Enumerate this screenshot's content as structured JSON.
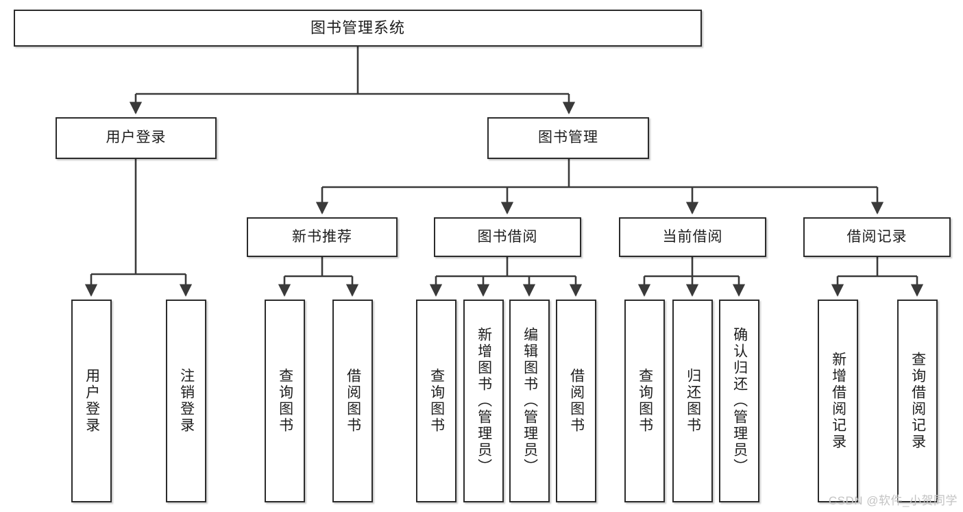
{
  "diagram": {
    "type": "tree",
    "title": "图书管理系统",
    "watermark": "CSDN @软件_小贺同学",
    "colors": {
      "box_border": "#2b2b2b",
      "box_fill": "#ffffff",
      "connector": "#3a3a3a",
      "text": "#1d1d1d",
      "watermark": "#c3c3c3"
    },
    "nodes": {
      "root": {
        "label": "图书管理系统"
      },
      "level2": [
        {
          "id": "user-login",
          "label": "用户登录"
        },
        {
          "id": "book-manage",
          "label": "图书管理"
        }
      ],
      "level3": [
        {
          "id": "new-book-recommend",
          "label": "新书推荐"
        },
        {
          "id": "book-borrow",
          "label": "图书借阅"
        },
        {
          "id": "current-borrow",
          "label": "当前借阅"
        },
        {
          "id": "borrow-record",
          "label": "借阅记录"
        }
      ],
      "leaves": {
        "user-login": [
          {
            "id": "leaf-user-login",
            "label": "用户登录"
          },
          {
            "id": "leaf-logout",
            "label": "注销登录"
          }
        ],
        "new-book-recommend": [
          {
            "id": "leaf-query-book-1",
            "label": "查询图书"
          },
          {
            "id": "leaf-borrow-book-1",
            "label": "借阅图书"
          }
        ],
        "book-borrow": [
          {
            "id": "leaf-query-book-2",
            "label": "查询图书"
          },
          {
            "id": "leaf-add-book",
            "label": "新增图书（管理员）"
          },
          {
            "id": "leaf-edit-book",
            "label": "编辑图书（管理员）"
          },
          {
            "id": "leaf-borrow-book-2",
            "label": "借阅图书"
          }
        ],
        "current-borrow": [
          {
            "id": "leaf-query-book-3",
            "label": "查询图书"
          },
          {
            "id": "leaf-return-book",
            "label": "归还图书"
          },
          {
            "id": "leaf-confirm-return",
            "label": "确认归还（管理员）"
          }
        ],
        "borrow-record": [
          {
            "id": "leaf-add-record",
            "label": "新增借阅记录"
          },
          {
            "id": "leaf-query-record",
            "label": "查询借阅记录"
          }
        ]
      }
    }
  }
}
